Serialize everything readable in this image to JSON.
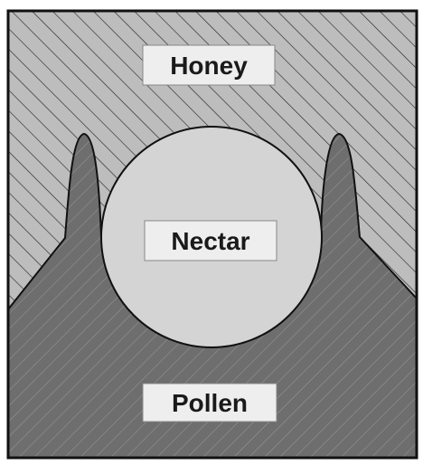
{
  "diagram": {
    "regions": {
      "honey": {
        "label": "Honey",
        "color": "#bdbdbd",
        "hatch_color": "#2a2a2a"
      },
      "nectar": {
        "label": "Nectar",
        "color": "#d4d4d4"
      },
      "pollen": {
        "label": "Pollen",
        "color": "#6e6e6e",
        "hatch_color": "#9a9a9a"
      }
    },
    "label_box_color": "#eeeeee",
    "outline_color": "#111111"
  }
}
